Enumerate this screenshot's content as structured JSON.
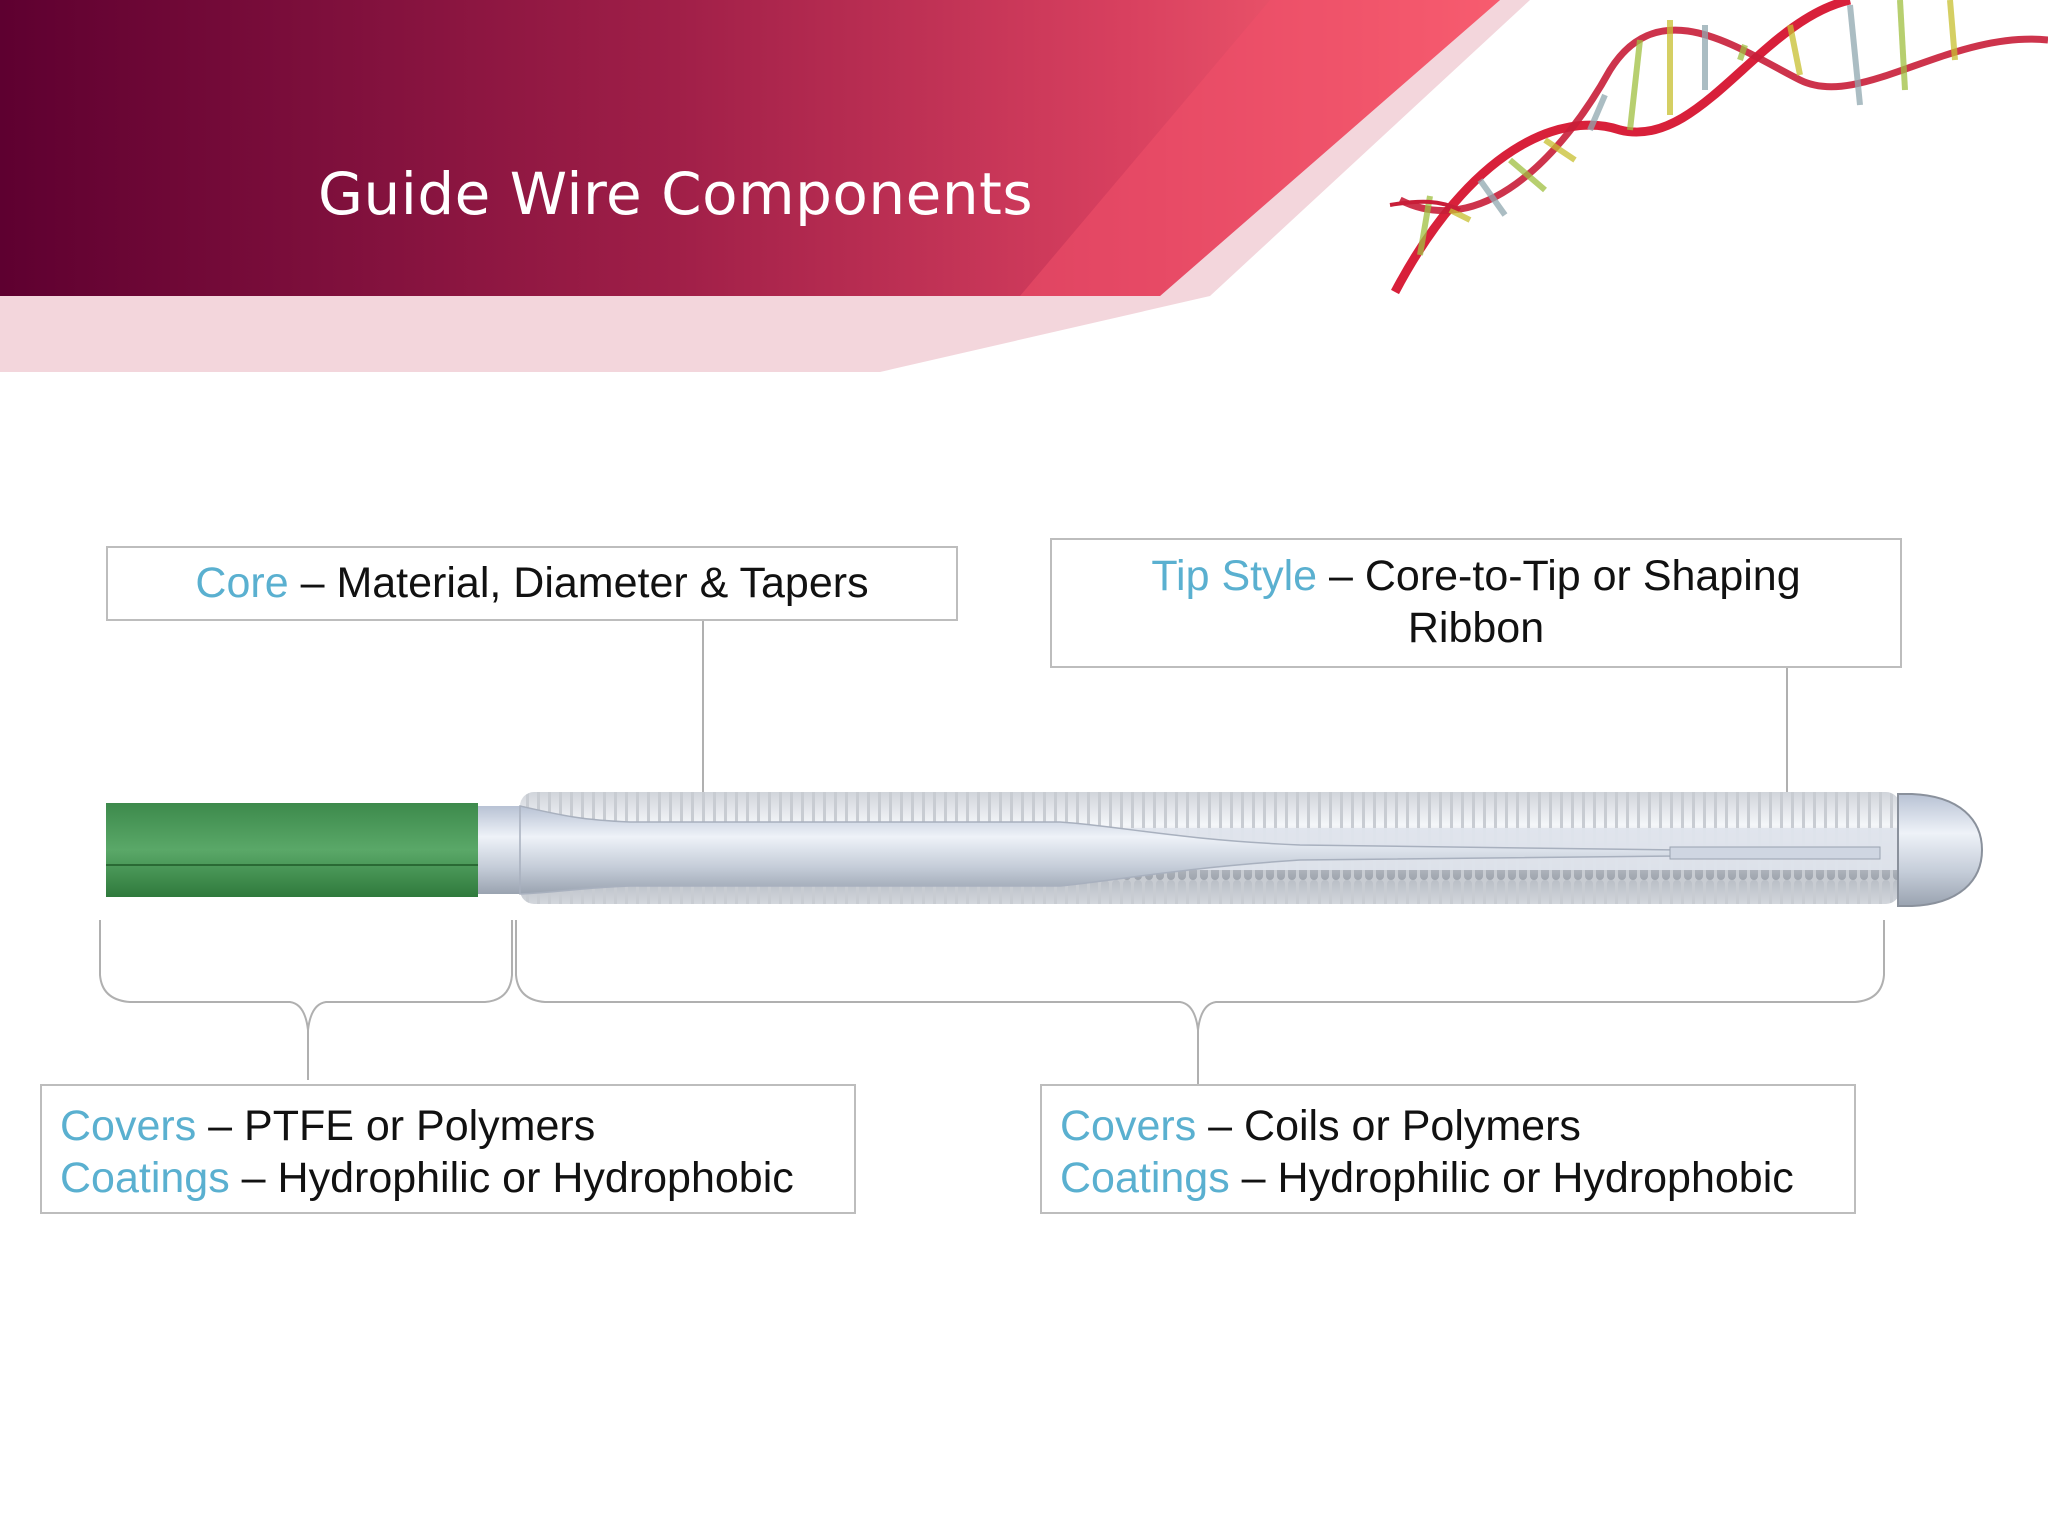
{
  "slide": {
    "title": "Guide Wire Components",
    "colors": {
      "banner_dark": "#5e0030",
      "banner_mid": "#a5244c",
      "banner_light": "#f06070",
      "accent_text": "#5ab0d0",
      "wire_green": "#4a9a58"
    }
  },
  "labels": {
    "core": {
      "term": "Core",
      "sep": " – ",
      "desc": "Material, Diameter & Tapers"
    },
    "tip": {
      "term": "Tip Style",
      "sep": " – ",
      "desc": "Core-to-Tip or Shaping",
      "desc2": "Ribbon"
    },
    "proximal": {
      "covers_term": "Covers",
      "covers_sep": " – ",
      "covers_desc": "PTFE or Polymers",
      "coatings_term": "Coatings",
      "coatings_sep": " – ",
      "coatings_desc": "Hydrophilic or Hydrophobic"
    },
    "distal": {
      "covers_term": "Covers",
      "covers_sep": " – ",
      "covers_desc": "Coils or Polymers",
      "coatings_term": "Coatings",
      "coatings_sep": " – ",
      "coatings_desc": "Hydrophilic or Hydrophobic"
    }
  },
  "icons": [
    "dna-helix-icon"
  ]
}
